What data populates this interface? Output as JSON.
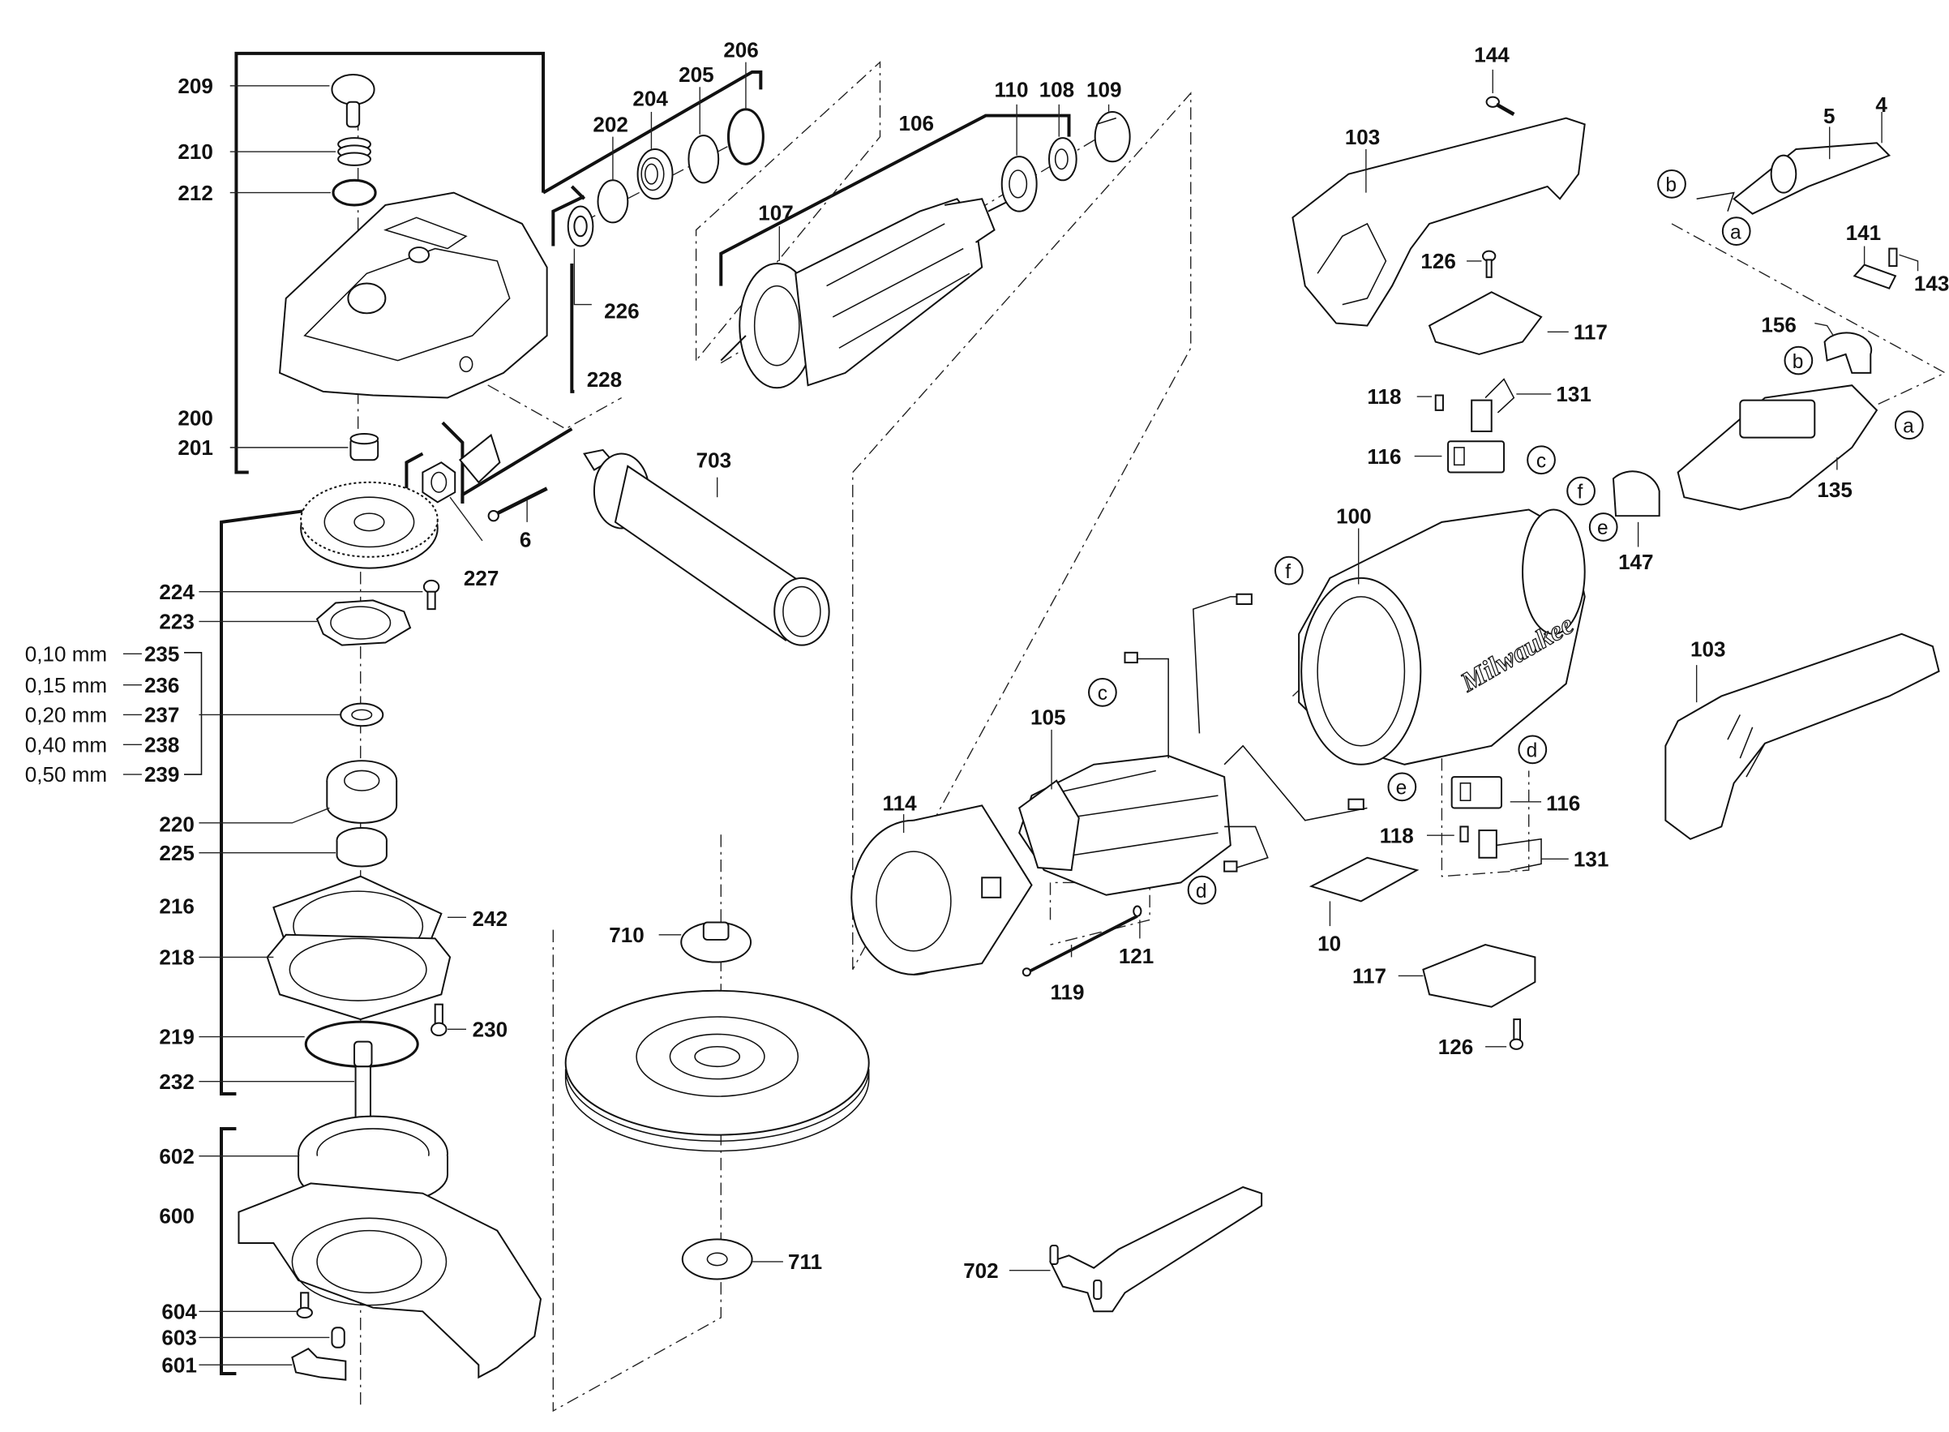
{
  "diagram": {
    "title": "",
    "type": "exploded parts diagram",
    "subject": "angle grinder",
    "brand_mark": "Milwaukee",
    "part_labels": [
      "209",
      "210",
      "212",
      "200",
      "201",
      "202",
      "204",
      "205",
      "206",
      "226",
      "228",
      "227",
      "6",
      "106",
      "107",
      "110",
      "108",
      "109",
      "703",
      "224",
      "223",
      "235",
      "236",
      "237",
      "238",
      "239",
      "220",
      "225",
      "216",
      "242",
      "218",
      "219",
      "230",
      "232",
      "602",
      "600",
      "604",
      "603",
      "601",
      "710",
      "711",
      "702",
      "114",
      "105",
      "119",
      "121",
      "100",
      "10",
      "116",
      "118",
      "131",
      "117",
      "126",
      "144",
      "103",
      "5",
      "4",
      "141",
      "143",
      "156",
      "135",
      "147"
    ],
    "shim_labels": [
      {
        "thickness": "0,10 mm",
        "part": "235"
      },
      {
        "thickness": "0,15 mm",
        "part": "236"
      },
      {
        "thickness": "0,20 mm",
        "part": "237"
      },
      {
        "thickness": "0,40 mm",
        "part": "238"
      },
      {
        "thickness": "0,50 mm",
        "part": "239"
      }
    ],
    "connector_markers": [
      "a",
      "b",
      "c",
      "d",
      "e",
      "f"
    ],
    "callouts": {
      "p209": "209",
      "p210": "210",
      "p212": "212",
      "p200": "200",
      "p201": "201",
      "p202": "202",
      "p204": "204",
      "p205": "205",
      "p206": "206",
      "p226": "226",
      "p228": "228",
      "p227": "227",
      "p6": "6",
      "p106": "106",
      "p107": "107",
      "p110": "110",
      "p108": "108",
      "p109": "109",
      "p703": "703",
      "p224": "224",
      "p223": "223",
      "p220": "220",
      "p225": "225",
      "p216": "216",
      "p242": "242",
      "p218": "218",
      "p219": "219",
      "p230": "230",
      "p232": "232",
      "p602": "602",
      "p600": "600",
      "p604": "604",
      "p603": "603",
      "p601": "601",
      "p710": "710",
      "p711": "711",
      "p702": "702",
      "p114": "114",
      "p105": "105",
      "p119": "119",
      "p121": "121",
      "p100": "100",
      "p10": "10",
      "p116a": "116",
      "p118a": "118",
      "p131a": "131",
      "p117a": "117",
      "p126a": "126",
      "p116b": "116",
      "p118b": "118",
      "p131b": "131",
      "p117b": "117",
      "p126b": "126",
      "p144": "144",
      "p103a": "103",
      "p103b": "103",
      "p5": "5",
      "p4": "4",
      "p141": "141",
      "p143": "143",
      "p156": "156",
      "p135": "135",
      "p147": "147"
    },
    "markers": {
      "a1": "a",
      "a2": "a",
      "b1": "b",
      "b2": "b",
      "c1": "c",
      "c2": "c",
      "d1": "d",
      "d2": "d",
      "e1": "e",
      "e2": "e",
      "f1": "f",
      "f2": "f"
    }
  }
}
